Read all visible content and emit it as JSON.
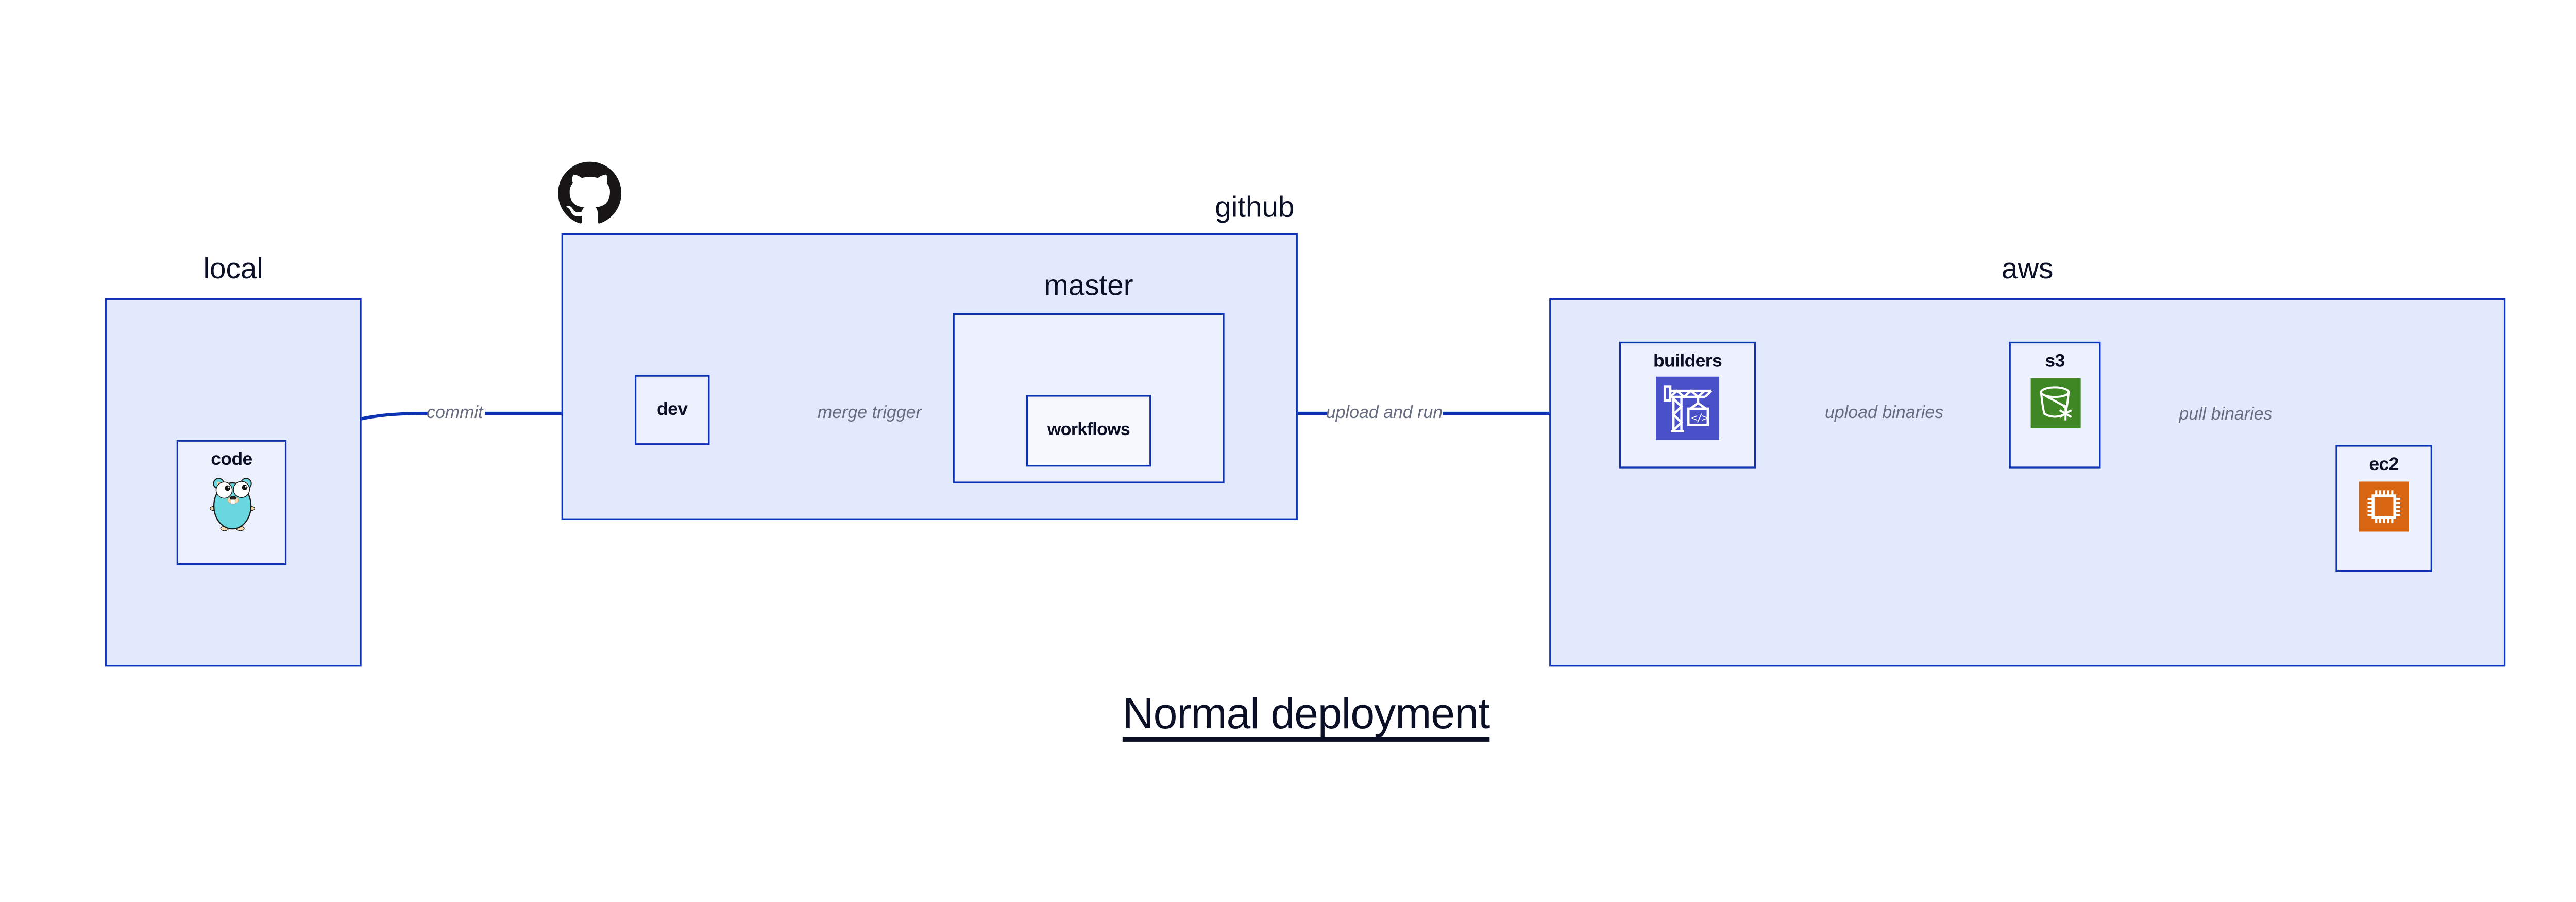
{
  "title": "Normal deployment",
  "containers": {
    "local": {
      "label": "local"
    },
    "github": {
      "label": "github"
    },
    "master": {
      "label": "master"
    },
    "aws": {
      "label": "aws"
    }
  },
  "nodes": {
    "code": {
      "label": "code",
      "icon": "go-gopher-icon"
    },
    "dev": {
      "label": "dev"
    },
    "workflows": {
      "label": "workflows"
    },
    "builders": {
      "label": "builders",
      "icon": "codebuild-crane-icon"
    },
    "s3": {
      "label": "s3",
      "icon": "s3-glacier-bucket-icon"
    },
    "ec2": {
      "label": "ec2",
      "icon": "ec2-chip-icon"
    }
  },
  "edges": [
    {
      "from": "code",
      "to": "dev",
      "label": "commit"
    },
    {
      "from": "dev",
      "to": "workflows",
      "label": "merge trigger"
    },
    {
      "from": "workflows",
      "to": "builders",
      "label": "upload and run"
    },
    {
      "from": "builders",
      "to": "s3",
      "label": "upload binaries"
    },
    {
      "from": "s3",
      "to": "ec2",
      "label": "pull binaries"
    }
  ],
  "icons": {
    "logo": "github-octocat-icon"
  },
  "colors": {
    "edge_blue": "#0D32B2",
    "container_fill": "#E3E9FD",
    "node_fill": "#EDF0FD",
    "subnode_fill": "#F7F8FE",
    "text_navy": "#0A0F25",
    "edge_label_gray": "#676C7E",
    "codebuild_indigo": "#4A50C8",
    "s3_green": "#3F8624",
    "ec2_orange": "#D86613",
    "gopher_teal": "#69D7E0",
    "gopher_skin": "#F6D7AE",
    "github_black": "#171515",
    "background": "#FFFFFF"
  }
}
